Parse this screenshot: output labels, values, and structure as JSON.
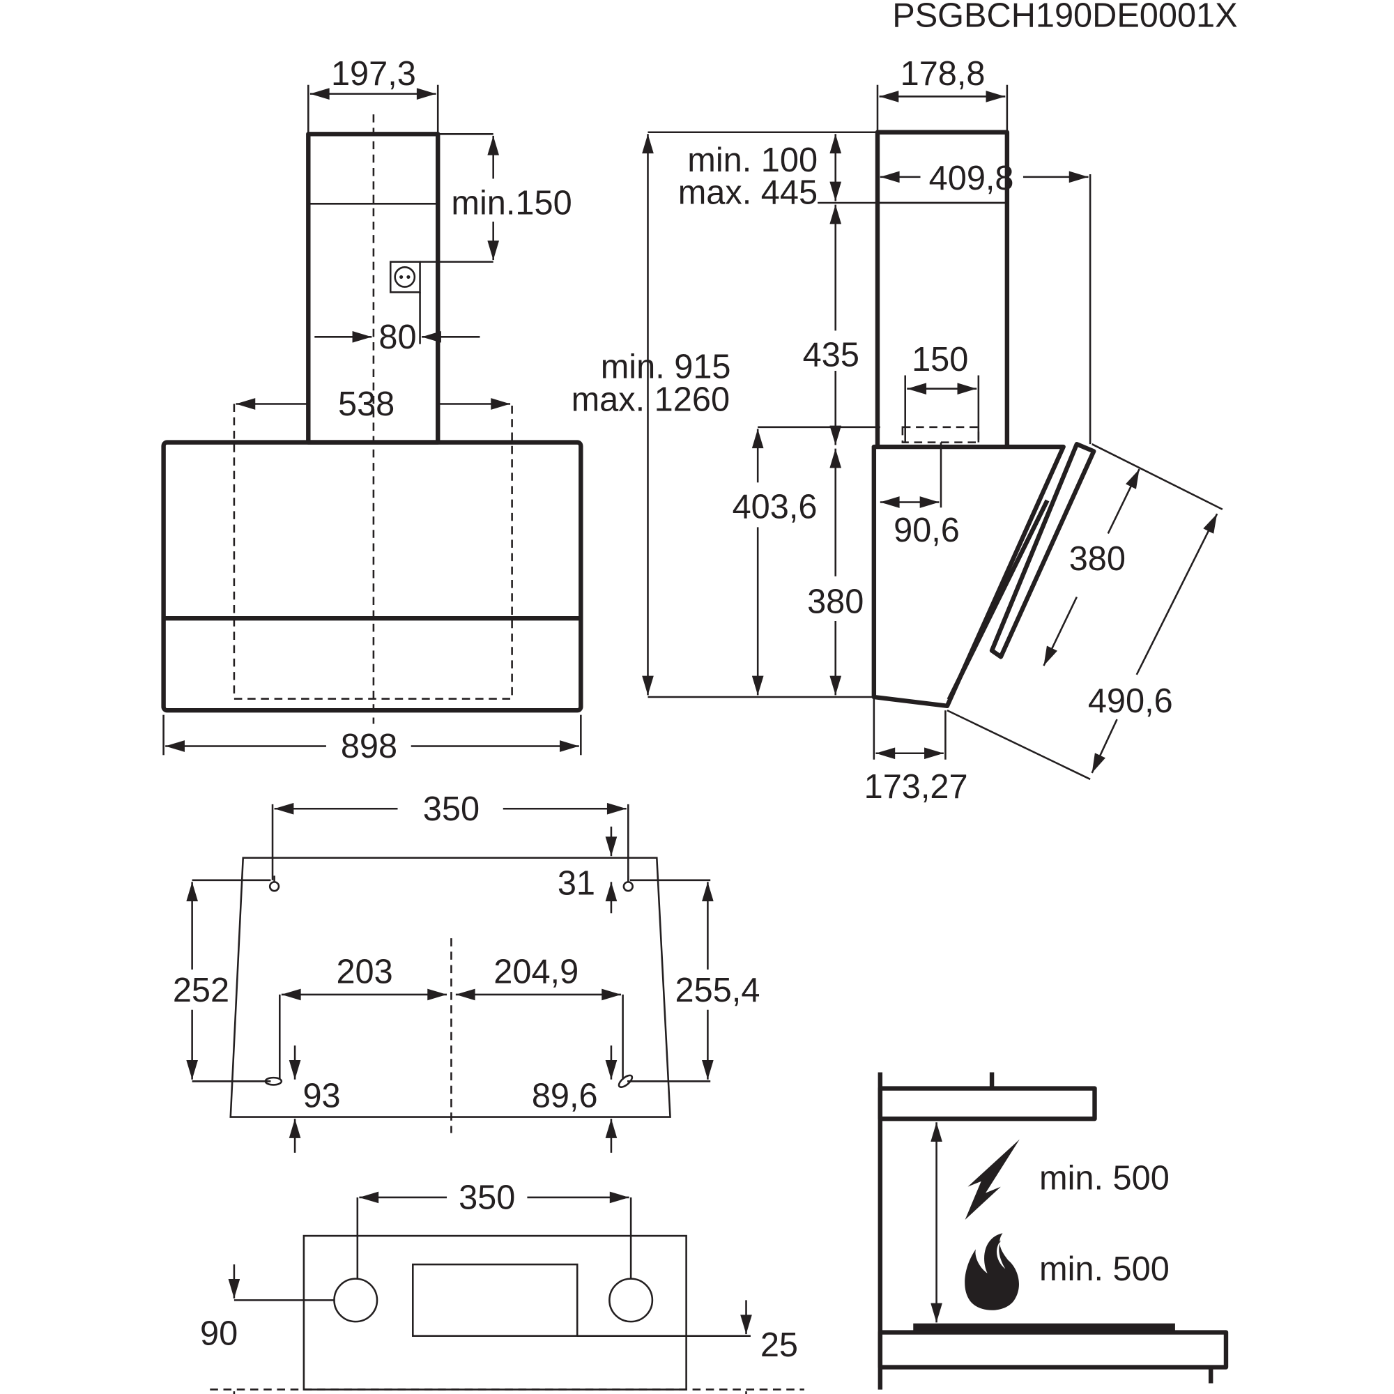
{
  "document_code": "PSGBCH190DE0001X",
  "front_view": {
    "chimney_width": "197,3",
    "socket_clearance": "min.150",
    "socket_offset": "80",
    "duct_span": "538",
    "hood_width": "898"
  },
  "side_view": {
    "chimney_depth": "178,8",
    "overall_depth": "409,8",
    "chimney_top_min": "min. 100",
    "chimney_top_max": "max. 445",
    "height_min": "min. 915",
    "height_max": "max. 1260",
    "chimney_height": "435",
    "outlet_width": "150",
    "body_height_rear": "403,6",
    "body_height": "380",
    "outlet_offset": "90,6",
    "panel_length": "380",
    "panel_diagonal": "490,6",
    "bottom_depth": "173,27"
  },
  "mounting_plate": {
    "hook_spacing": "350",
    "hook_top_offset": "31",
    "left_height": "252",
    "right_height": "255,4",
    "left_half": "203",
    "right_half": "204,9",
    "left_bottom": "93",
    "right_bottom": "89,6"
  },
  "bottom_view": {
    "hole_spacing": "350",
    "hole_offset": "90",
    "panel_offset": "25"
  },
  "clearance": {
    "electric_label": "min. 500",
    "gas_label": "min. 500",
    "icons": [
      "lightning-icon",
      "flame-icon"
    ]
  }
}
